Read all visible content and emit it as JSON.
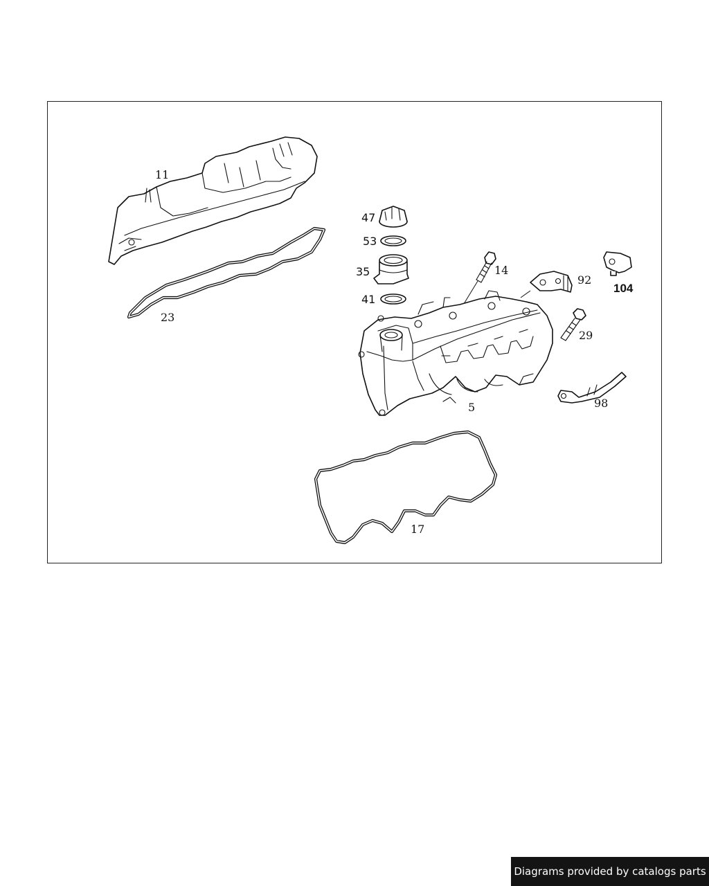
{
  "labels": {
    "l11": "11",
    "l23": "23",
    "l47": "47",
    "l53": "53",
    "l35": "35",
    "l41": "41",
    "l14": "14",
    "l92": "92",
    "l104": "104",
    "l29": "29",
    "l5": "5",
    "l98": "98",
    "l17": "17"
  },
  "footer": {
    "text": "Diagrams provided by catalogs parts"
  }
}
